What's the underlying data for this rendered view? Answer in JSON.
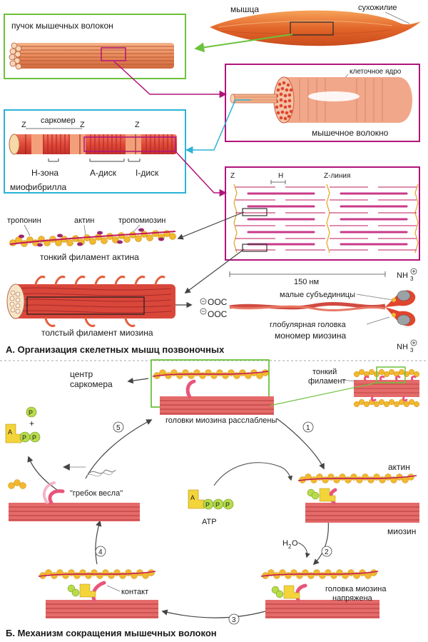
{
  "section_a": {
    "muscle": "мышца",
    "tendon": "сухожилие",
    "fiber_bundle": "пучок мышечных волокон",
    "nucleus": "клеточное ядро",
    "muscle_fiber": "мышечное волокно",
    "sarcomere": "саркомер",
    "z": "Z",
    "h_zone": "Н-зона",
    "a_disc": "А-диск",
    "i_disc": "I-диск",
    "myofibril": "миофибрилла",
    "h": "H",
    "z_line": "Z-линия",
    "troponin": "тропонин",
    "actin": "актин",
    "tropomyosin": "тропомиозин",
    "thin_filament": "тонкий филамент актина",
    "scale": "150 нм",
    "nh3": "NH",
    "nh3_sub": "3",
    "ooc": "OOC",
    "small_subunits": "малые субъединицы",
    "globular_head": "глобулярная головка",
    "myosin_monomer": "мономер миозина",
    "thick_filament": "толстый филамент миозина",
    "caption": "А. Организация скелетных мышц позвоночных"
  },
  "section_b": {
    "sarcomere_center_1": "центр",
    "sarcomere_center_2": "саркомера",
    "thin_filament_1": "тонкий",
    "thin_filament_2": "филамент",
    "heads_relaxed": "головки миозина расслаблены",
    "actin": "актин",
    "myosin": "миозин",
    "atp": "ATP",
    "p": "P",
    "a": "A",
    "plus": "+",
    "oar_stroke": "\"гребок весла\"",
    "h2o": "H",
    "h2o_sub": "2",
    "h2o_o": "O",
    "head_tense_1": "головка миозина",
    "head_tense_2": "напряжена",
    "contact": "контакт",
    "step1": "1",
    "step2": "2",
    "step3": "3",
    "step4": "4",
    "step5": "5",
    "caption": "Б. Механизм сокращения мышечных волокон"
  },
  "colors": {
    "muscle": "#e8783a",
    "muscle_light": "#f4a868",
    "red_filament": "#d93b36",
    "pink_line": "#e05a6a",
    "actin_bead": "#f2b82e",
    "magenta_box": "#b0147a",
    "green_box": "#6cc23a",
    "cyan_box": "#2bb3d6",
    "arrow_grey": "#555555",
    "atp_yellow": "#f3d43a",
    "phosphate_green": "#b7dc4a"
  }
}
